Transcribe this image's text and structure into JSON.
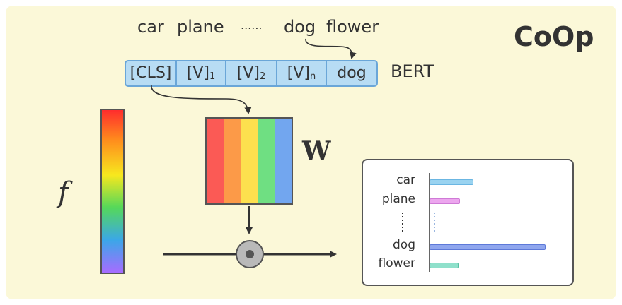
{
  "title": "CoOp",
  "classnames": {
    "car": "car",
    "plane": "plane",
    "ellipsis": "......",
    "dog": "dog",
    "flower": "flower"
  },
  "prompt_tokens": {
    "cls": "[CLS]",
    "v": "[V]",
    "sub1": "1",
    "sub2": "2",
    "subn": "n",
    "classtoken": "dog"
  },
  "encoder_label": "BERT",
  "feature_label": "f",
  "weight_label": "W",
  "weight_colors": [
    "#fb5a55",
    "#fc9a48",
    "#fde04e",
    "#6fdf82",
    "#72a6ef"
  ],
  "output_classes": [
    {
      "label": "car",
      "value": 0.37,
      "color": "#9ad3f0",
      "border": "#6bb6e2"
    },
    {
      "label": "plane",
      "value": 0.25,
      "color": "#eca6ee",
      "border": "#cf7ad6"
    },
    {
      "label": "dog",
      "value": 1.0,
      "color": "#8fa6ee",
      "border": "#5d79d8"
    },
    {
      "label": "flower",
      "value": 0.24,
      "color": "#8fe0cb",
      "border": "#58bfa2"
    }
  ]
}
